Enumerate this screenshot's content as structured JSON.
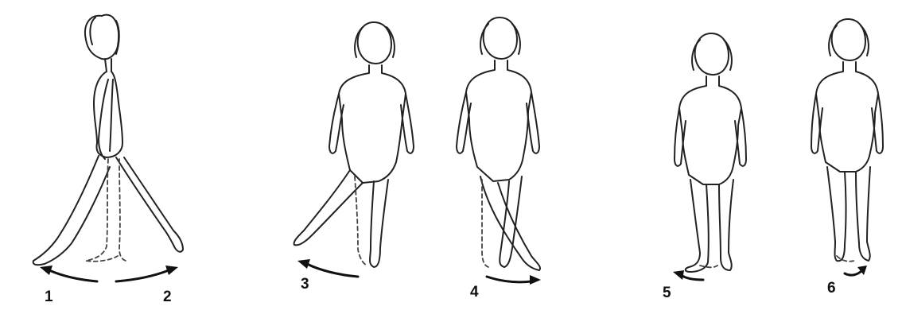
{
  "figures": [
    {
      "id": "figure-side-walking",
      "view": "side",
      "movements": [
        "1",
        "2"
      ]
    },
    {
      "id": "figure-front-leg-left",
      "view": "front",
      "movements": [
        "3"
      ]
    },
    {
      "id": "figure-front-leg-cross",
      "view": "front",
      "movements": [
        "4"
      ]
    },
    {
      "id": "figure-front-foot-left",
      "view": "front",
      "movements": [
        "5"
      ]
    },
    {
      "id": "figure-front-foot-right",
      "view": "front",
      "movements": [
        "6"
      ]
    }
  ],
  "labels": {
    "m1": "1",
    "m2": "2",
    "m3": "3",
    "m4": "4",
    "m5": "5",
    "m6": "6"
  },
  "colors": {
    "line": "#222222",
    "label": "#111111",
    "background": "#ffffff"
  }
}
